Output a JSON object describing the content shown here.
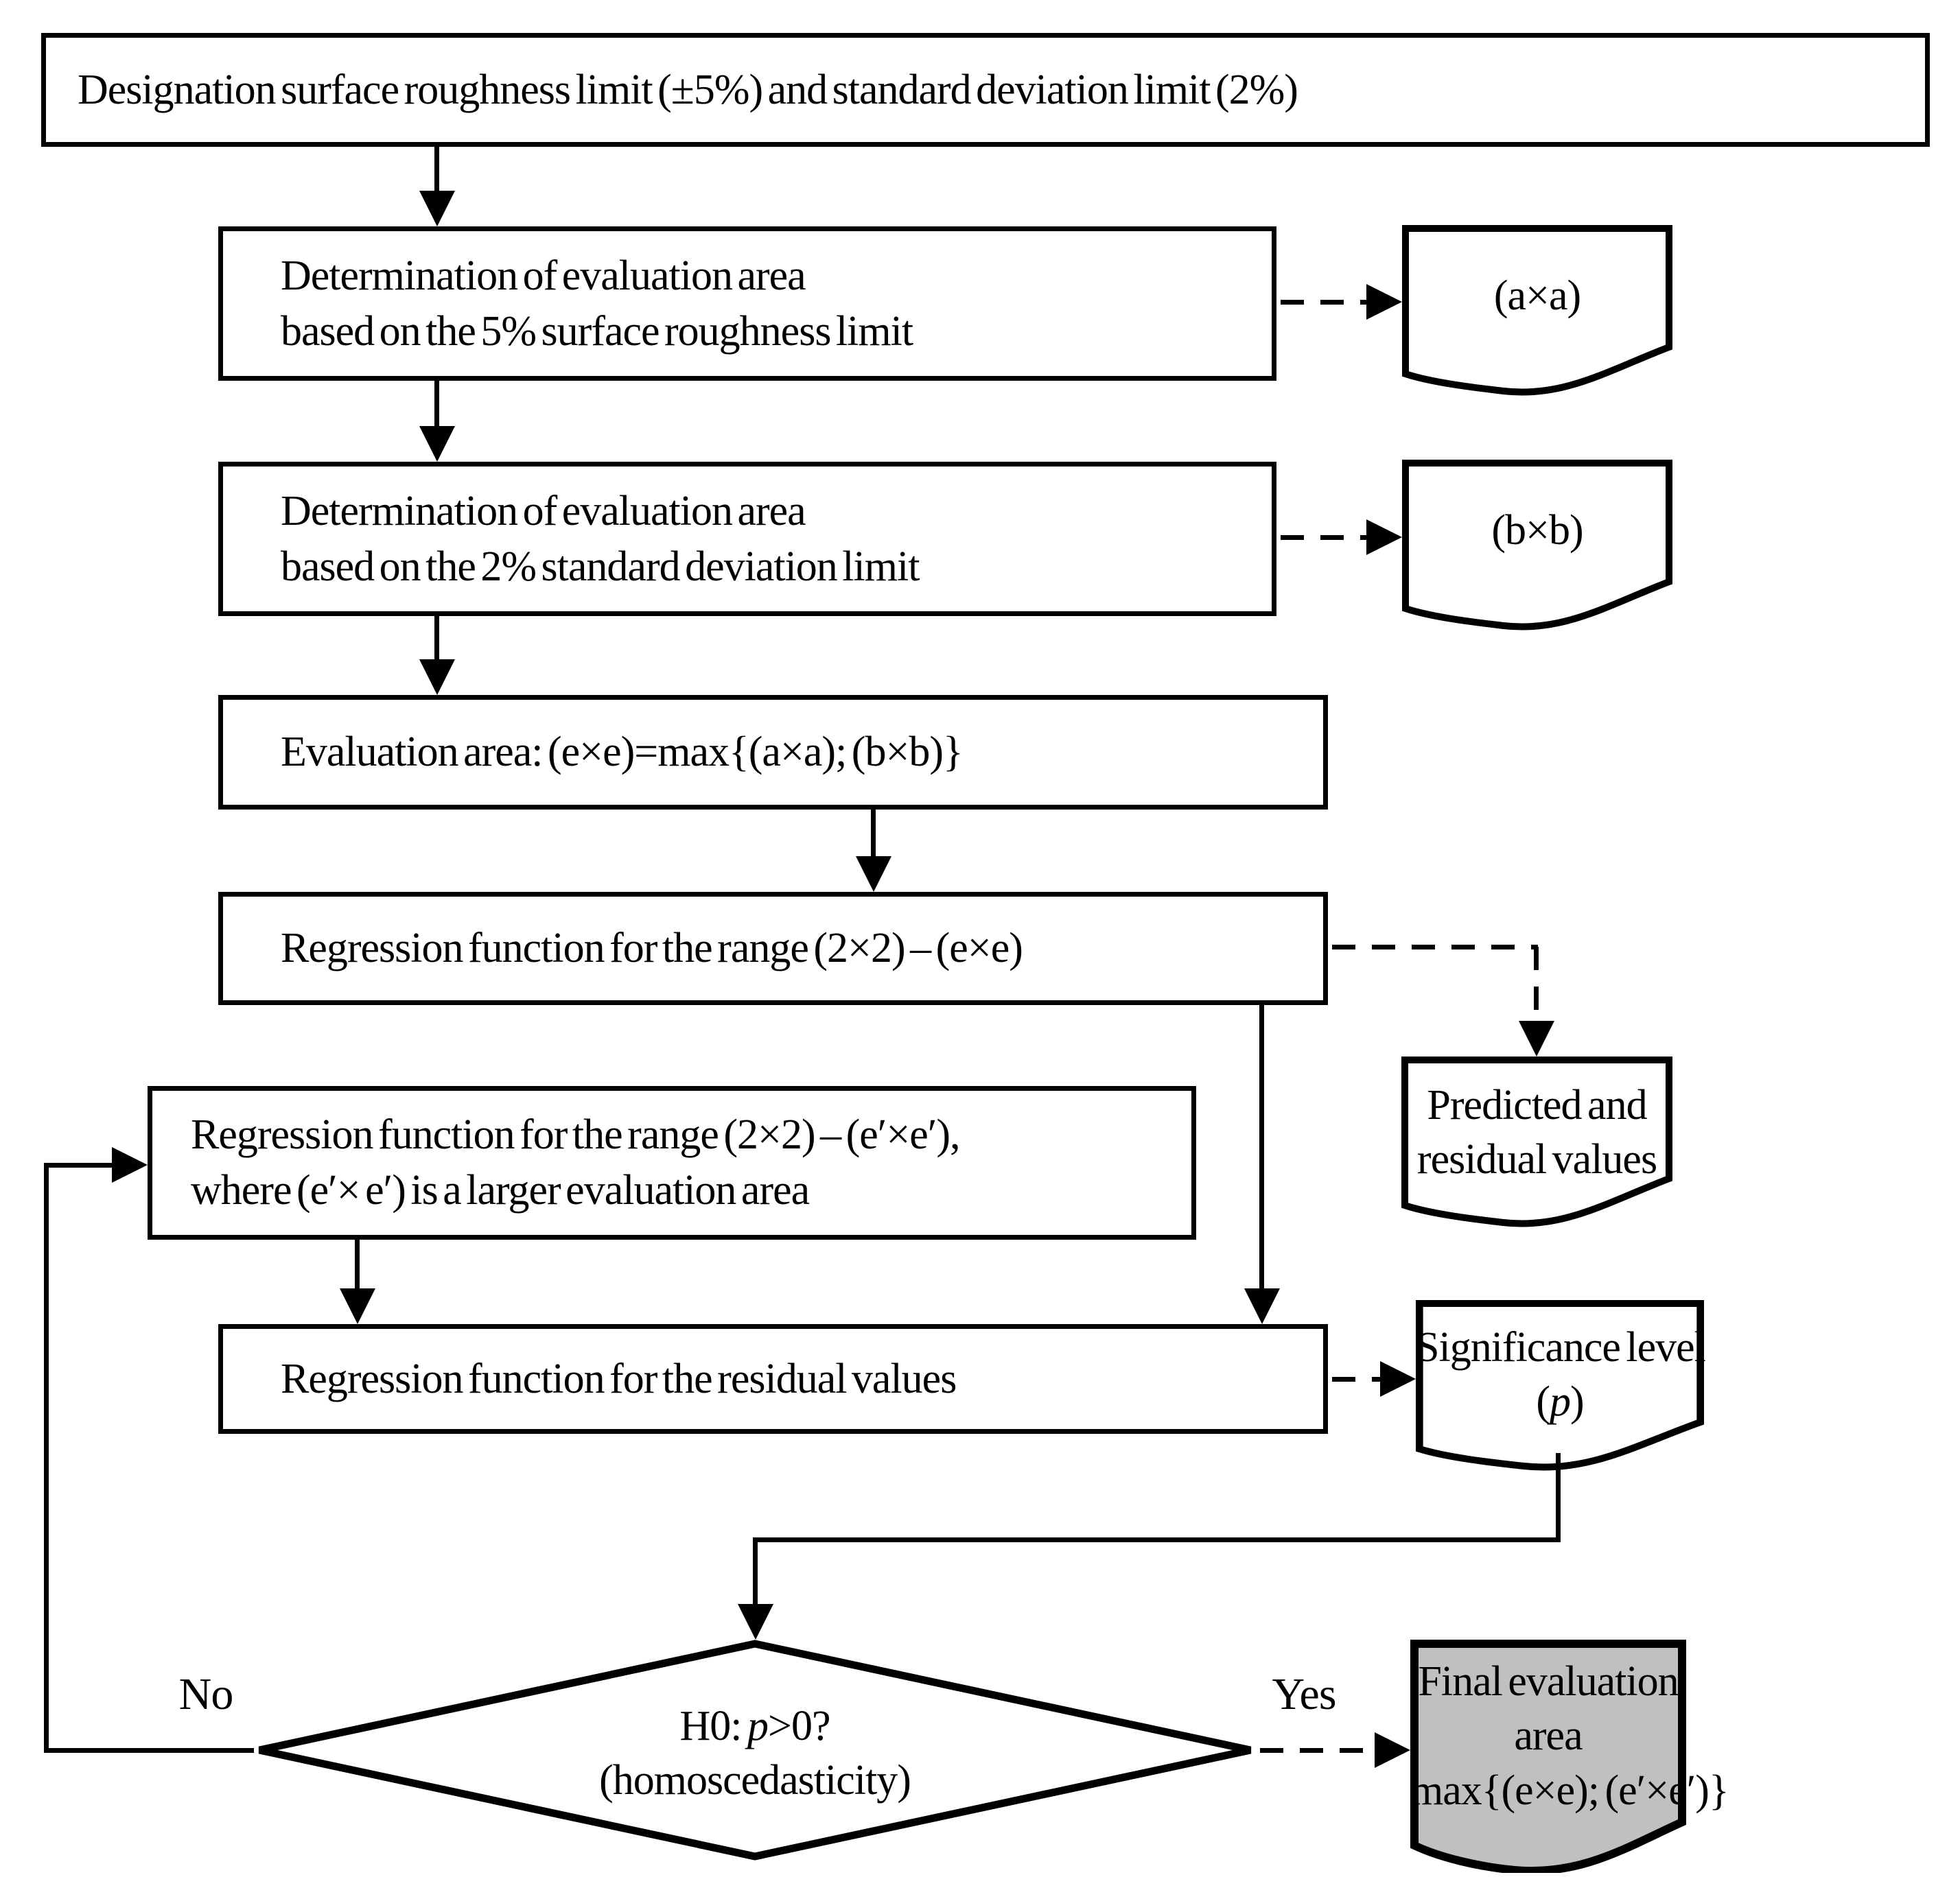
{
  "nodes": {
    "designation": {
      "text": "Designation surface roughness limit (±5%) and standard  deviation limit (2%)"
    },
    "determination_5pct": {
      "line1": "Determination of evaluation area",
      "line2": "based on the 5% surface roughness limit"
    },
    "determination_2pct": {
      "line1": "Determination of evaluation area",
      "line2": "based on the 2% standard  deviation limit"
    },
    "evaluation_area": {
      "text": "Evaluation area: (e×e)=max{(a×a); (b×b)}"
    },
    "regression_range_e": {
      "text": "Regression function for the range (2×2) – (e×e)"
    },
    "regression_range_e_prime": {
      "line1": "Regression function for the range (2×2) – (e′×e′),",
      "line2": "where (e′× e′) is a larger evaluation area"
    },
    "regression_residual": {
      "text": "Regression function for the residual values"
    },
    "decision": {
      "line1_pre": "H0: ",
      "line1_italic": "p",
      "line1_post": ">0?",
      "line2": "(homoscedasticity)"
    }
  },
  "documents": {
    "axa": {
      "text": "(a×a)"
    },
    "bxb": {
      "text": "(b×b)"
    },
    "predicted": {
      "line1": "Predicted and",
      "line2": "residual values"
    },
    "significance": {
      "line1": "Significance level",
      "line2_pre": "(",
      "line2_italic": "p",
      "line2_post": ")"
    },
    "final": {
      "line1": "Final evaluation",
      "line2": "area",
      "line3": "max{(e×e); (e′×e′)}"
    }
  },
  "labels": {
    "no": "No",
    "yes": "Yes"
  },
  "colors": {
    "line": "#000000",
    "node_fill": "#ffffff",
    "final_fill": "#c0c0c0",
    "background": "#ffffff"
  }
}
